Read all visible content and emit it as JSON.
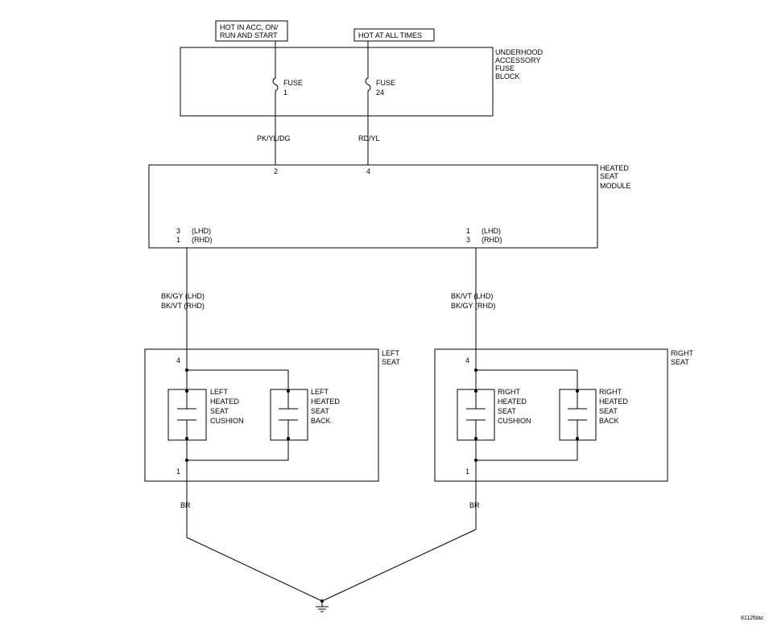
{
  "labels": {
    "power_acc": [
      "HOT IN ACC, ON/",
      "RUN AND START"
    ],
    "power_always": "HOT AT ALL TIMES",
    "fuse_block": [
      "UNDERHOOD",
      "ACCESSORY",
      "FUSE",
      "BLOCK"
    ],
    "fuse1": [
      "FUSE",
      "1"
    ],
    "fuse24": [
      "FUSE",
      "24"
    ],
    "wire_pk": "PK/YL/DG",
    "wire_rd": "RD/YL",
    "pin_2": "2",
    "pin_4": "4",
    "module": [
      "HEATED",
      "SEAT",
      "MODULE"
    ],
    "left_pin_num": [
      "3",
      "1"
    ],
    "left_pin_side": [
      "(LHD)",
      "(RHD)"
    ],
    "right_pin_num": [
      "1",
      "3"
    ],
    "right_pin_side": [
      "(LHD)",
      "(RHD)"
    ],
    "left_wire": [
      "BK/GY (LHD)",
      "BK/VT (RHD)"
    ],
    "right_wire": [
      "BK/VT (LHD)",
      "BK/GY (RHD)"
    ],
    "left_seat": [
      "LEFT",
      "SEAT"
    ],
    "right_seat": [
      "RIGHT",
      "SEAT"
    ],
    "seat_pin_top": "4",
    "seat_pin_bottom": "1",
    "left_cushion": [
      "LEFT",
      "HEATED",
      "SEAT",
      "CUSHION"
    ],
    "left_back": [
      "LEFT",
      "HEATED",
      "SEAT",
      "BACK"
    ],
    "right_cushion": [
      "RIGHT",
      "HEATED",
      "SEAT",
      "CUSHION"
    ],
    "right_back": [
      "RIGHT",
      "HEATED",
      "SEAT",
      "BACK"
    ],
    "ground_wire": "BR",
    "figure_id": "8112fdac"
  }
}
